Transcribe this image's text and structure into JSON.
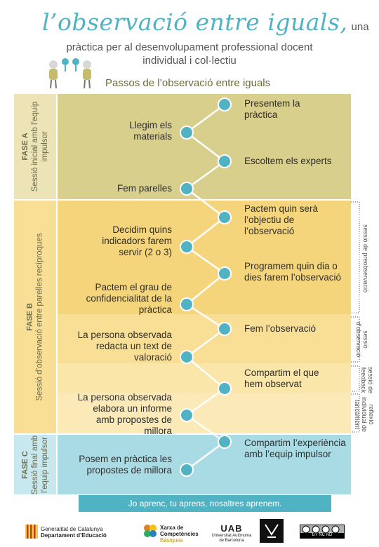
{
  "header": {
    "title_main": "l’observació entre iguals,",
    "title_rest": "una",
    "subtitle_line1": "pràctica per al desenvolupament professional docent",
    "subtitle_line2": "individual i col·lectiu"
  },
  "steps_title": "Passos de l’observació entre iguals",
  "phases": {
    "a": {
      "label": "FASE A",
      "text": "Sessió inicial amb l’equip impulsor"
    },
    "b": {
      "label": "FASE B",
      "text": "Sessió d’observació entre parelles recíproques"
    },
    "c": {
      "label": "FASE C",
      "text": "Sessió final amb l’equip impulsor"
    }
  },
  "steps": [
    "Presentem la pràctica",
    "Llegim els materials",
    "Escoltem els experts",
    "Fem parelles",
    "Pactem quin serà l’objectiu de l’observació",
    "Decidim quins indicadors farem servir (2 o 3)",
    "Programem quin dia o dies farem l’observació",
    "Pactem el grau de confidencialitat de la pràctica",
    "Fem l’observació",
    "La persona observada redacta un text de valoració",
    "Compartim el que hem observat",
    "La persona observada elabora un informe amb propostes de millora",
    "Compartim l’experiència amb l’equip impulsor",
    "Posem en pràctica les propostes de millora"
  ],
  "side_labels": {
    "preobs": "sessió de preobservació",
    "obs": "sessió d’observació",
    "feedback": "sessió de feedback",
    "reflexio": "reflexió individual de tancament"
  },
  "motto": "Jo aprenc, tu aprens, nosaltres aprenem.",
  "logos": {
    "gencat_line1": "Generalitat de Catalunya",
    "gencat_line2": "Departament d’Educació",
    "xarxa_line1": "Xarxa de",
    "xarxa_line2": "Competències",
    "xarxa_line3": "Bàsiques",
    "uab_name": "UAB",
    "uab_line1": "Universitat Autònoma",
    "uab_line2": "de Barcelona",
    "cc_text": "BY NC ND"
  },
  "colors": {
    "accent": "#4fb3c4",
    "phase_a": "#d9cf8c",
    "phase_b": "#f5d57c",
    "phase_c": "#a9dbe5"
  }
}
